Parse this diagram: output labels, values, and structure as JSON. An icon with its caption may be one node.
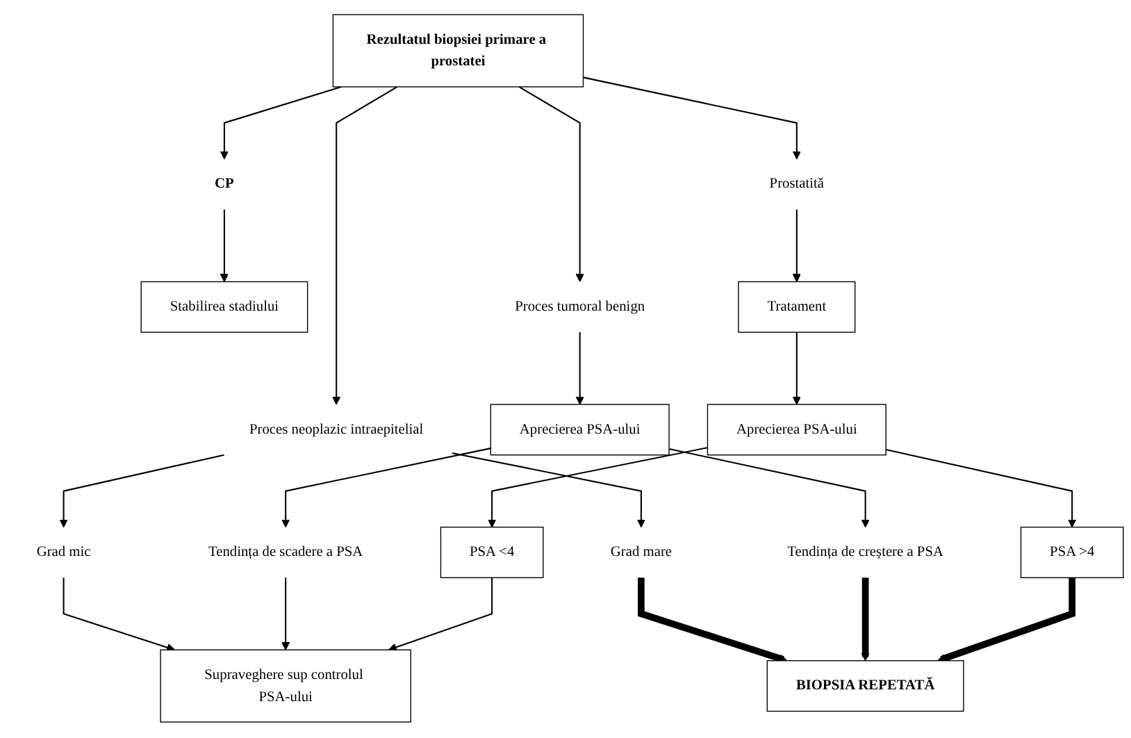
{
  "diagram": {
    "nodes": [
      {
        "text": [
          "Rezultatul biopsiei primare a prostatei"
        ]
      },
      {
        "text": [
          "CP"
        ]
      },
      {
        "text": [
          "Proces neoplazic intraepitelial"
        ]
      },
      {
        "text": [
          "Proces tumoral benign"
        ]
      },
      {
        "text": [
          "Prostatită"
        ]
      },
      {
        "text": [
          "Grad mic"
        ]
      },
      {
        "text": [
          "Grad mare"
        ]
      },
      {
        "text": [
          "Aprecierea PSA-ului"
        ]
      },
      {
        "text": [
          "Tratament"
        ]
      },
      {
        "text": [
          "Aprecierea PSA-ului"
        ]
      },
      {
        "text": [
          "Tendința de scadere a PSA"
        ]
      },
      {
        "text": [
          "Tendința de creștere a PSA"
        ]
      },
      {
        "text": [
          "Supraveghere sup controlul PSA-ului"
        ]
      },
      {
        "text": [
          "PSA <4"
        ]
      },
      {
        "text": [
          "PSA >4"
        ]
      },
      {
        "text": [
          "Stabilirea stadiului"
        ]
      },
      {
        "text": [
          "BIOPSIA REPETATĂ"
        ]
      }
    ],
    "edges": [
      {
        "from": 0,
        "to": 1,
        "arrow": "to"
      },
      {
        "from": 0,
        "to": 2,
        "arrow": "to"
      },
      {
        "from": 0,
        "to": 3,
        "arrow": "to"
      },
      {
        "from": 0,
        "to": 4,
        "arrow": "to"
      },
      {
        "from": 2,
        "to": 5,
        "arrow": "to"
      },
      {
        "from": 2,
        "to": 6,
        "arrow": "to"
      },
      {
        "from": 3,
        "to": 7,
        "arrow": "to"
      },
      {
        "from": 4,
        "to": 8,
        "arrow": "to"
      },
      {
        "from": 8,
        "to": 9,
        "arrow": "to"
      },
      {
        "from": 7,
        "to": 10,
        "arrow": "to"
      },
      {
        "from": 7,
        "to": 11,
        "arrow": "to"
      },
      {
        "from": 9,
        "to": 13,
        "arrow": "to"
      },
      {
        "from": 9,
        "to": 14,
        "arrow": "to"
      },
      {
        "from": 1,
        "to": 15,
        "arrow": "to"
      },
      {
        "from": 5,
        "to": 12,
        "arrow": "to"
      },
      {
        "from": 10,
        "to": 12,
        "arrow": "to"
      },
      {
        "from": 13,
        "to": 12,
        "arrow": "to"
      },
      {
        "from": 6,
        "to": 16,
        "arrow": "to",
        "style": "thick"
      },
      {
        "from": 11,
        "to": 16,
        "arrow": "to",
        "style": "thick"
      },
      {
        "from": 14,
        "to": 16,
        "arrow": "to",
        "style": "thick"
      }
    ]
  }
}
